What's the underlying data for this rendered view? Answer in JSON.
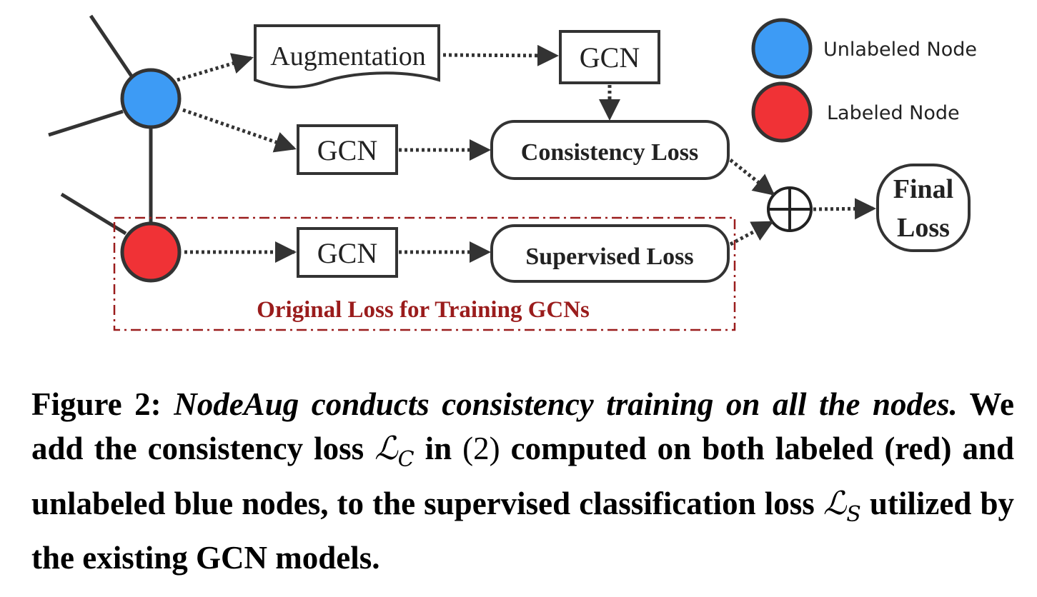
{
  "diagram": {
    "augmentation_label": "Augmentation",
    "gcn_label": "GCN",
    "consistency_loss_label": "Consistency Loss",
    "supervised_loss_label": "Supervised Loss",
    "final_loss_line1": "Final",
    "final_loss_line2": "Loss",
    "original_loss_box_label": "Original Loss for Training GCNs",
    "legend": [
      {
        "label": "Unlabeled Node",
        "color": "#3d9bf5"
      },
      {
        "label": "Labeled Node",
        "color": "#f03236"
      }
    ],
    "colors": {
      "unlabeled_node": "#3d9bf5",
      "labeled_node": "#f03236",
      "original_loss_box": "#9a1c1c",
      "stroke": "#333333"
    }
  },
  "caption": {
    "figure_label": "Figure 2:",
    "title_italic": "NodeAug conducts consistency training on all the nodes.",
    "text_1": "We add the consistency loss",
    "symbol_c": "ℒ",
    "symbol_c_sub": "C",
    "text_2": "in",
    "equation_ref": "(2)",
    "text_3": "computed on both labeled (red) and unlabeled blue nodes, to the supervised classification loss",
    "symbol_s": "ℒ",
    "symbol_s_sub": "S",
    "text_4": "utilized by the existing GCN models."
  }
}
